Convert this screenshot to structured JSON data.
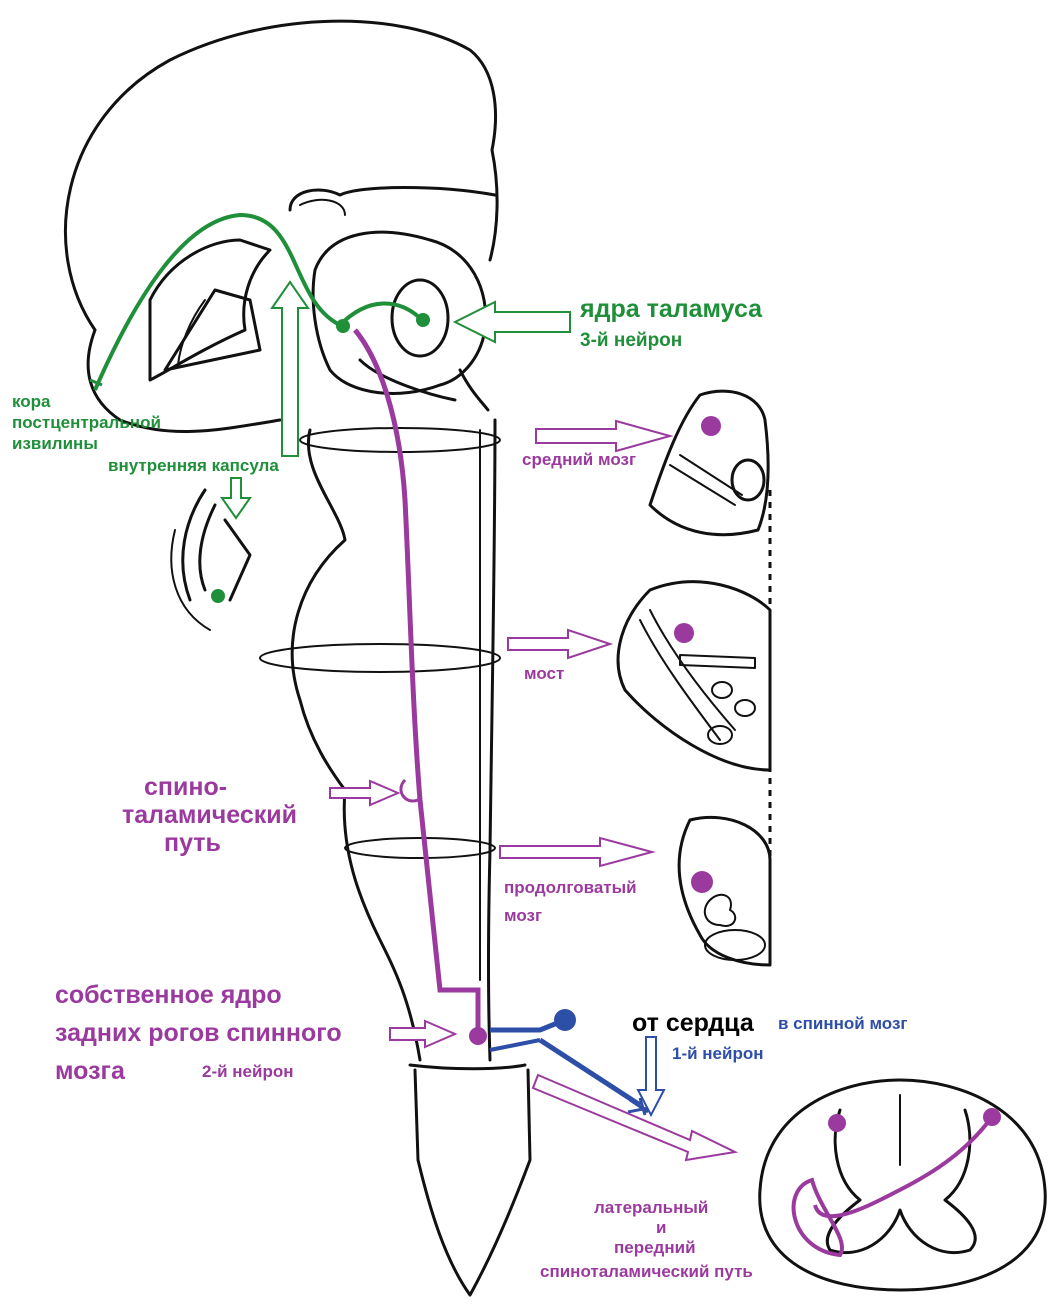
{
  "colors": {
    "green": "#1f8f3a",
    "purple": "#9b3a9e",
    "blue": "#2e4fa8",
    "outline": "#111111"
  },
  "labels": {
    "thalamus_nuclei": "ядра таламуса",
    "third_neuron": "3-й нейрон",
    "cortex_line1": "кора",
    "cortex_line2": "постцентральной",
    "cortex_line3": "извилины",
    "internal_capsule": "внутренняя капсула",
    "midbrain": "средний мозг",
    "pons": "мост",
    "spinothalamic_line1": "спино-",
    "spinothalamic_line2": "таламический",
    "spinothalamic_line3": "путь",
    "medulla_line1": "продолговатый",
    "medulla_line2": "мозг",
    "nucleus_line1": "собственное ядро",
    "nucleus_line2": "задних рогов спинного",
    "nucleus_line3": "мозга",
    "second_neuron": "2-й нейрон",
    "from_heart": "от сердца",
    "into_spinal_cord": "в спинной мозг",
    "first_neuron": "1-й нейрон",
    "tract_line1": "латеральный",
    "tract_line2": "и",
    "tract_line3": "передний",
    "tract_line4": "спиноталамический путь"
  }
}
